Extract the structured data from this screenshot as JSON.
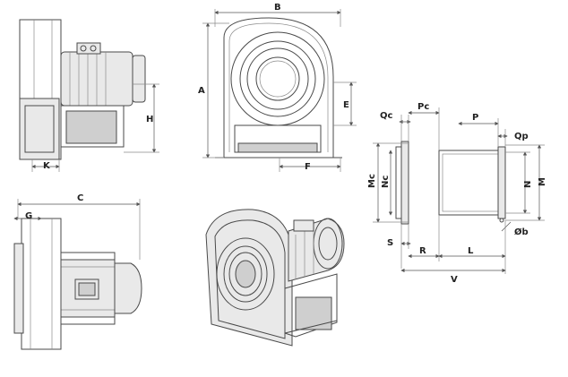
{
  "dimensions": {
    "B": "B",
    "A": "A",
    "E": "E",
    "F": "F",
    "H": "H",
    "K": "K",
    "C": "C",
    "G": "G",
    "Qc": "Qc",
    "Pc": "Pc",
    "P": "P",
    "Qp": "Qp",
    "Mc": "Mc",
    "Nc": "Nc",
    "N": "N",
    "M": "M",
    "S": "S",
    "R": "R",
    "L": "L",
    "V": "V",
    "Ob": "Øb"
  },
  "colors": {
    "line": "#4a4a4a",
    "background": "#ffffff"
  }
}
